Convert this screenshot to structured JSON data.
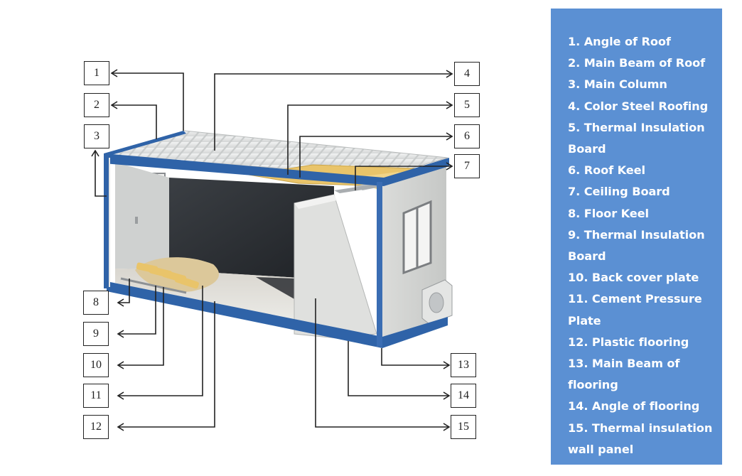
{
  "callouts": [
    "1",
    "2",
    "3",
    "4",
    "5",
    "6",
    "7",
    "8",
    "9",
    "10",
    "11",
    "12",
    "13",
    "14",
    "15"
  ],
  "legend": [
    "1. Angle of Roof",
    "2. Main Beam of Roof",
    "3. Main Column",
    "4. Color Steel Roofing",
    "5. Thermal Insulation",
    "Board",
    "6. Roof Keel",
    "7. Ceiling Board",
    "8. Floor Keel",
    "9. Thermal Insulation",
    "Board",
    "10. Back cover plate",
    "11. Cement Pressure",
    "Plate",
    "12. Plastic flooring",
    "13. Main Beam of",
    "flooring",
    "14. Angle of flooring",
    "15. Thermal insulation",
    "wall panel"
  ],
  "colors": {
    "frame_blue": "#2f63a8",
    "legend_bg": "#5b90d3",
    "insulation_yellow": "#e9c46a",
    "wall_grey": "#d9dad8"
  }
}
